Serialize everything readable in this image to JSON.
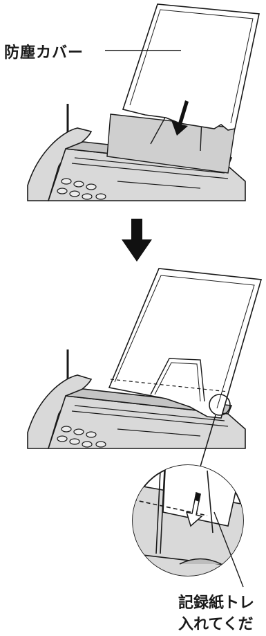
{
  "labels": {
    "dust_cover": "防塵カバー",
    "paper_tray_line1": "記録紙トレ",
    "paper_tray_line2": "入れてくだ"
  },
  "colors": {
    "line": "#1a1a1a",
    "body_fill": "#d9d9d9",
    "body_dark": "#b0b0b0",
    "paper": "#ffffff",
    "arrow": "#111111"
  }
}
